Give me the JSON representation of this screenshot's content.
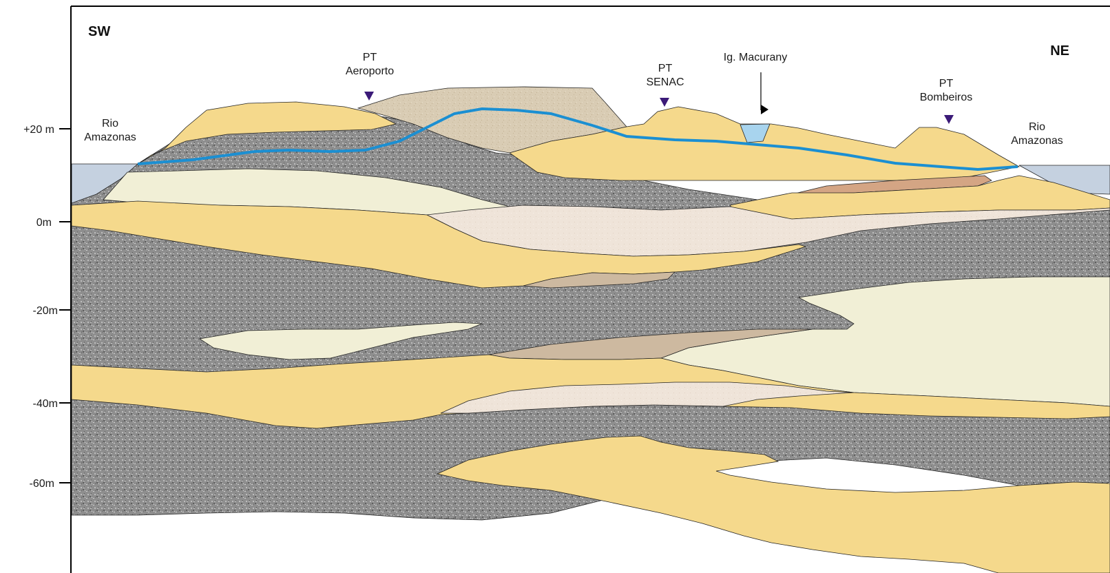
{
  "directions": {
    "left": "SW",
    "right": "NE"
  },
  "depth_axis": {
    "ticks": [
      {
        "label": "+20 m",
        "value": 20
      },
      {
        "label": "0m",
        "value": 0
      },
      {
        "label": "-20m",
        "value": -20
      },
      {
        "label": "-40m",
        "value": -40
      },
      {
        "label": "-60m",
        "value": -60
      }
    ]
  },
  "locations": {
    "rio_left": {
      "line1": "Rio",
      "line2": "Amazonas"
    },
    "rio_right": {
      "line1": "Rio",
      "line2": "Amazonas"
    },
    "pt_aeroporto": {
      "line1": "PT",
      "line2": "Aeroporto"
    },
    "pt_senac": {
      "line1": "PT",
      "line2": "SENAC"
    },
    "ig_macurany": {
      "line1": "Ig. Macurany"
    },
    "pt_bombeiros": {
      "line1": "PT",
      "line2": "Bombeiros"
    }
  },
  "colors": {
    "river": "#c5d1e0",
    "sand": "#f5d98c",
    "gravel": "#8a8a8a",
    "pale": "#f1efd6",
    "brown_lens": "#cdb9a0",
    "pinkish": "#eee2d7",
    "reddish": "#d4a584",
    "water_table": "#1b8fd2",
    "well_marker": "#3b1a78"
  }
}
